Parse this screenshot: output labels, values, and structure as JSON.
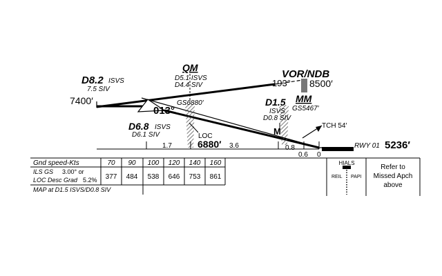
{
  "fixes": {
    "d8_2": {
      "dme": "D8.2",
      "ident": "ISVS",
      "sub": "7.5 SIV"
    },
    "qm": {
      "name": "QM",
      "line1": "D5.1 ISVS",
      "line2": "D4.4 SIV"
    },
    "vor_ndb": {
      "name": "VOR/NDB",
      "course": "193°",
      "altitude": "8500′"
    },
    "d1_5": {
      "dme": "D1.5",
      "ident": "ISVS",
      "sub": "D0.8 SIV",
      "marker": "M"
    },
    "mm": {
      "name": "MM",
      "gs_alt": "GS5467′"
    },
    "d6_8": {
      "dme": "D6.8",
      "ident": "ISVS",
      "sub": "D6.1 SIV"
    }
  },
  "profile": {
    "entry_alt": "7400′",
    "final_course": "013°",
    "gs_alt": "GS6880′",
    "loc_label": "LOC",
    "loc_alt": "6880′",
    "dist_1_7": "1.7",
    "dist_3_6": "3.6",
    "dist_0_8": "0.8",
    "dist_0_6": "0.6",
    "dist_0": "0",
    "tch": "TCH 54′",
    "rwy_label": "RWY 01",
    "rwy_elev": "5236′"
  },
  "table": {
    "header_label": "Gnd speed-Kts",
    "speeds": [
      "70",
      "90",
      "100",
      "120",
      "140",
      "160"
    ],
    "row_label_1": "ILS GS",
    "gs_angle": "3.00° or",
    "row_label_2": "LOC Desc Grad",
    "grad": "5.2%",
    "values": [
      "377",
      "484",
      "538",
      "646",
      "753",
      "861"
    ],
    "map_text": "MAP at D1.5 ISVS/D0.8 SIV"
  },
  "lighting": {
    "hials": "HIALS",
    "reil": "REIL",
    "papi": "PAPI"
  },
  "missed": {
    "line1": "Refer to",
    "line2": "Missed Apch",
    "line3": "above"
  }
}
